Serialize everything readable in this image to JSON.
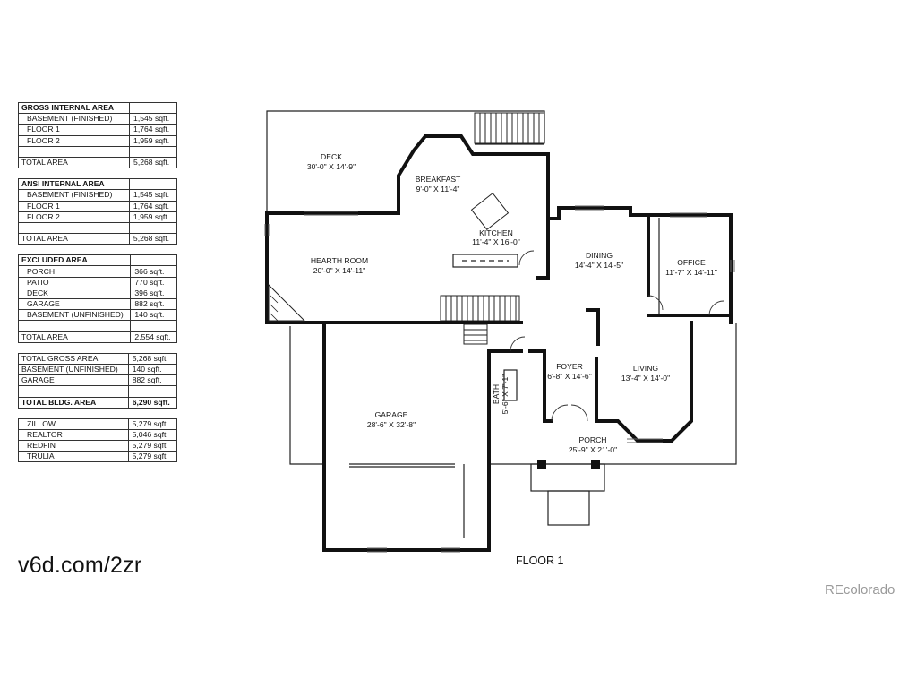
{
  "area_tables": [
    {
      "heading": "GROSS INTERNAL AREA",
      "rows": [
        {
          "label": "BASEMENT (FINISHED)",
          "value": "1,545 sqft."
        },
        {
          "label": "FLOOR 1",
          "value": "1,764 sqft."
        },
        {
          "label": "FLOOR 2",
          "value": "1,959 sqft."
        },
        {
          "label": "",
          "value": ""
        },
        {
          "label": "TOTAL AREA",
          "value": "5,268 sqft."
        }
      ]
    },
    {
      "heading": "ANSI INTERNAL AREA",
      "rows": [
        {
          "label": "BASEMENT (FINISHED)",
          "value": "1,545 sqft."
        },
        {
          "label": "FLOOR 1",
          "value": "1,764 sqft."
        },
        {
          "label": "FLOOR 2",
          "value": "1,959 sqft."
        },
        {
          "label": "",
          "value": ""
        },
        {
          "label": "TOTAL AREA",
          "value": "5,268 sqft."
        }
      ]
    },
    {
      "heading": "EXCLUDED AREA",
      "rows": [
        {
          "label": "PORCH",
          "value": "366 sqft."
        },
        {
          "label": "PATIO",
          "value": "770 sqft."
        },
        {
          "label": "DECK",
          "value": "396 sqft."
        },
        {
          "label": "GARAGE",
          "value": "882 sqft."
        },
        {
          "label": "BASEMENT (UNFINISHED)",
          "value": "140 sqft."
        },
        {
          "label": "",
          "value": ""
        },
        {
          "label": "TOTAL AREA",
          "value": "2,554 sqft."
        }
      ]
    }
  ],
  "summary_table": [
    {
      "label": "TOTAL GROSS AREA",
      "value": "5,268 sqft."
    },
    {
      "label": "BASEMENT (UNFINISHED)",
      "value": "140 sqft."
    },
    {
      "label": "GARAGE",
      "value": "882 sqft."
    },
    {
      "label": "",
      "value": ""
    },
    {
      "label": "TOTAL BLDG. AREA",
      "value": "6,290 sqft."
    }
  ],
  "estimates_table": [
    {
      "label": "ZILLOW",
      "value": "5,279 sqft."
    },
    {
      "label": "REALTOR",
      "value": "5,046 sqft."
    },
    {
      "label": "REDFIN",
      "value": "5,279 sqft."
    },
    {
      "label": "TRULIA",
      "value": "5,279 sqft."
    }
  ],
  "rooms": {
    "deck": {
      "name": "DECK",
      "dims": "30'-0\" X 14'-9\""
    },
    "breakfast": {
      "name": "BREAKFAST",
      "dims": "9'-0\" X 11'-4\""
    },
    "kitchen": {
      "name": "KITCHEN",
      "dims": "11'-4\" X 16'-0\""
    },
    "hearth": {
      "name": "HEARTH ROOM",
      "dims": "20'-0\" X 14'-11\""
    },
    "dining": {
      "name": "DINING",
      "dims": "14'-4\" X 14'-5\""
    },
    "office": {
      "name": "OFFICE",
      "dims": "11'-7\" X 14'-11\""
    },
    "foyer": {
      "name": "FOYER",
      "dims": "6'-8\" X 14'-6\""
    },
    "living": {
      "name": "LIVING",
      "dims": "13'-4\" X 14'-0\""
    },
    "bath": {
      "name": "BATH",
      "dims": "5'-6\" X 7'-1\""
    },
    "garage": {
      "name": "GARAGE",
      "dims": "28'-6\" X 32'-8\""
    },
    "porch": {
      "name": "PORCH",
      "dims": "25'-9\" X 21'-0\""
    }
  },
  "floor_label": "FLOOR 1",
  "shortlink": "v6d.com/2zr",
  "watermark": "REcolorado"
}
